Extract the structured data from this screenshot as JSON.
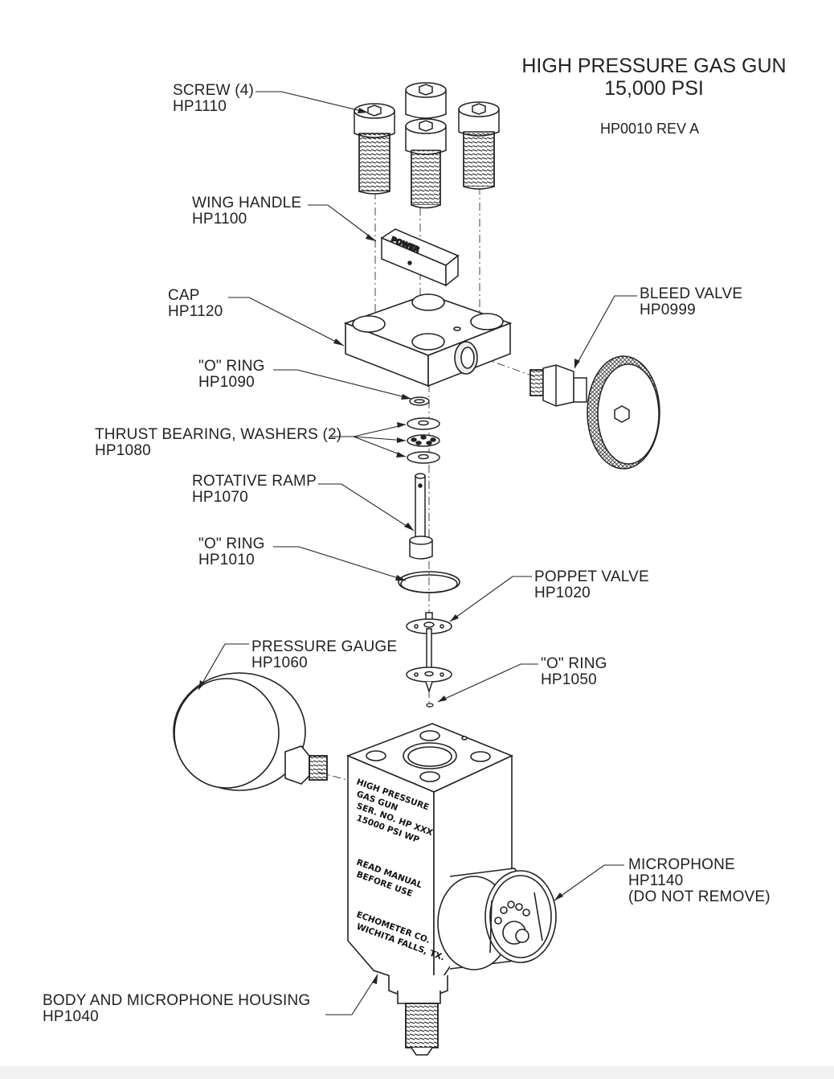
{
  "title": {
    "line1": "HIGH PRESSURE GAS GUN",
    "line2": "15,000 PSI",
    "doc_number": "HP0010 REV A"
  },
  "labels": {
    "screw": {
      "name": "SCREW (4)",
      "part": "HP1110"
    },
    "wing_handle": {
      "name": "WING HANDLE",
      "part": "HP1100"
    },
    "cap": {
      "name": "CAP",
      "part": "HP1120"
    },
    "bleed_valve": {
      "name": "BLEED VALVE",
      "part": "HP0999"
    },
    "o_ring_1090": {
      "name": "\"O\" RING",
      "part": "HP1090"
    },
    "thrust_bearing": {
      "name": "THRUST BEARING, WASHERS (2)",
      "part": "HP1080"
    },
    "rotative_ramp": {
      "name": "ROTATIVE RAMP",
      "part": "HP1070"
    },
    "o_ring_1010": {
      "name": "\"O\" RING",
      "part": "HP1010"
    },
    "poppet_valve": {
      "name": "POPPET VALVE",
      "part": "HP1020"
    },
    "pressure_gauge": {
      "name": "PRESSURE GAUGE",
      "part": "HP1060"
    },
    "o_ring_1050": {
      "name": "\"O\" RING",
      "part": "HP1050"
    },
    "microphone": {
      "name": "MICROPHONE",
      "part": "HP1140",
      "note": "(DO NOT REMOVE)"
    },
    "body": {
      "name": "BODY AND MICROPHONE HOUSING",
      "part": "HP1040"
    }
  },
  "body_engraving": {
    "lines": [
      "HIGH PRESSURE",
      "GAS GUN",
      "SER. NO. HP XXX",
      "15000 PSI WP",
      "READ MANUAL",
      "BEFORE USE",
      "ECHOMETER CO.",
      "WICHITA FALLS, TX."
    ]
  },
  "handle_engraving": "POWER"
}
